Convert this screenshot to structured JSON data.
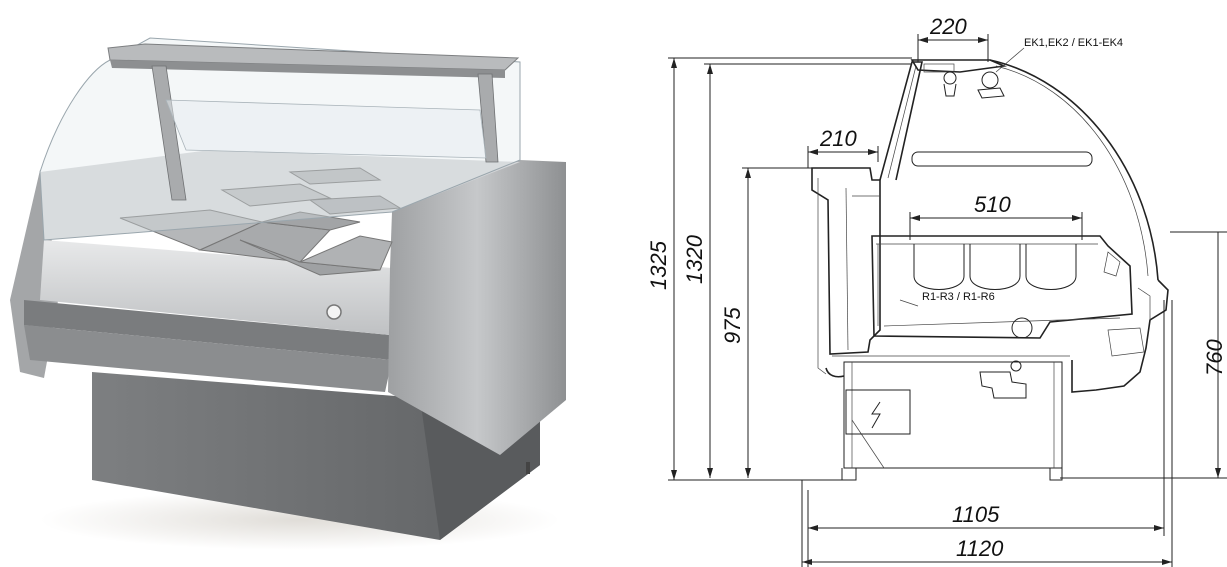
{
  "drawing": {
    "dimensions": {
      "top_width": "220",
      "shelf_depth": "210",
      "tray_width": "510",
      "overall_height": "1325",
      "glass_height": "1320",
      "counter_height": "975",
      "front_height": "760",
      "depth_inner": "1105",
      "depth_outer": "1120"
    },
    "labels": {
      "lamps": "EK1,EK2 / EK1-EK4",
      "trays": "R1-R3 / R1-R6"
    }
  },
  "colors": {
    "steel": "#8a8c8e",
    "steel_light": "#c9cbcd",
    "base": "#6f7173",
    "line": "#222222"
  }
}
